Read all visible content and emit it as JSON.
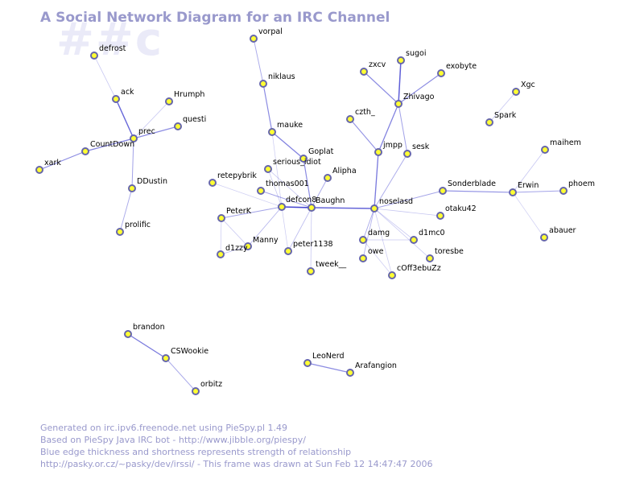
{
  "title": "A Social Network Diagram for an IRC Channel",
  "channel": "##c",
  "footer": [
    "Generated on irc.ipv6.freenode.net using PieSpy.pl 1.49",
    "Based on PieSpy Java IRC bot - http://www.jibble.org/piespy/",
    "Blue edge thickness and shortness represents strength of relationship",
    "http://pasky.or.cz/~pasky/dev/irssi/ - This frame was drawn at Sun Feb 12 14:47:47 2006"
  ],
  "colors": {
    "background": "#ffffff",
    "title": "#9999cc",
    "channel_watermark": "#eaeaf8",
    "edge": "#3333cc",
    "node_fill": "#ffff33",
    "node_stroke": "#6666aa",
    "label": "#000000"
  },
  "nodes": [
    {
      "id": "vorpal",
      "label": "vorpal"
    },
    {
      "id": "defrost",
      "label": "defrost"
    },
    {
      "id": "ack",
      "label": "ack"
    },
    {
      "id": "Hrumph",
      "label": "Hrumph"
    },
    {
      "id": "questi",
      "label": "questi"
    },
    {
      "id": "prec",
      "label": "prec"
    },
    {
      "id": "CountDown",
      "label": "CountDown"
    },
    {
      "id": "xark",
      "label": "xark"
    },
    {
      "id": "DDustin",
      "label": "DDustin"
    },
    {
      "id": "prolific",
      "label": "prolific"
    },
    {
      "id": "niklaus",
      "label": "niklaus"
    },
    {
      "id": "mauke",
      "label": "mauke"
    },
    {
      "id": "Goplat",
      "label": "Goplat"
    },
    {
      "id": "serious_idiot",
      "label": "serious_idiot"
    },
    {
      "id": "Alipha",
      "label": "Alipha"
    },
    {
      "id": "retepybrik",
      "label": "retepybrik"
    },
    {
      "id": "thomas001",
      "label": "thomas001"
    },
    {
      "id": "defcon8",
      "label": "defcon8"
    },
    {
      "id": "Baughn",
      "label": "Baughn"
    },
    {
      "id": "PeterK",
      "label": "PeterK"
    },
    {
      "id": "Manny",
      "label": "Manny"
    },
    {
      "id": "d1zzy",
      "label": "d1zzy"
    },
    {
      "id": "peter1138",
      "label": "peter1138"
    },
    {
      "id": "tweek__",
      "label": "tweek__"
    },
    {
      "id": "zxcv",
      "label": "zxcv"
    },
    {
      "id": "sugoi",
      "label": "sugoi"
    },
    {
      "id": "exobyte",
      "label": "exobyte"
    },
    {
      "id": "Zhivago",
      "label": "Zhivago"
    },
    {
      "id": "czth_",
      "label": "czth_"
    },
    {
      "id": "jmpp",
      "label": "jmpp"
    },
    {
      "id": "sesk",
      "label": "sesk"
    },
    {
      "id": "noselasd",
      "label": "noselasd"
    },
    {
      "id": "Sonderblade",
      "label": "Sonderblade"
    },
    {
      "id": "otaku42",
      "label": "otaku42"
    },
    {
      "id": "damg",
      "label": "damg"
    },
    {
      "id": "d1mc0",
      "label": "d1mc0"
    },
    {
      "id": "owe",
      "label": "owe"
    },
    {
      "id": "toresbe",
      "label": "toresbe"
    },
    {
      "id": "cOff3ebuZz",
      "label": "cOff3ebuZz"
    },
    {
      "id": "Xgc",
      "label": "Xgc"
    },
    {
      "id": "Spark",
      "label": "Spark"
    },
    {
      "id": "maihem",
      "label": "maihem"
    },
    {
      "id": "Erwin",
      "label": "Erwin"
    },
    {
      "id": "phoem",
      "label": "phoem"
    },
    {
      "id": "abauer",
      "label": "abauer"
    },
    {
      "id": "brandon",
      "label": "brandon"
    },
    {
      "id": "CSWookie",
      "label": "CSWookie"
    },
    {
      "id": "orbitz",
      "label": "orbitz"
    },
    {
      "id": "LeoNerd",
      "label": "LeoNerd"
    },
    {
      "id": "Arafangion",
      "label": "Arafangion"
    }
  ],
  "edges": [
    {
      "source": "defrost",
      "target": "ack",
      "strength": 0.15
    },
    {
      "source": "ack",
      "target": "prec",
      "strength": 0.7
    },
    {
      "source": "Hrumph",
      "target": "prec",
      "strength": 0.15
    },
    {
      "source": "questi",
      "target": "prec",
      "strength": 0.5
    },
    {
      "source": "CountDown",
      "target": "prec",
      "strength": 0.55
    },
    {
      "source": "xark",
      "target": "CountDown",
      "strength": 0.5
    },
    {
      "source": "DDustin",
      "target": "prec",
      "strength": 0.35
    },
    {
      "source": "prolific",
      "target": "DDustin",
      "strength": 0.3
    },
    {
      "source": "vorpal",
      "target": "niklaus",
      "strength": 0.3
    },
    {
      "source": "niklaus",
      "target": "mauke",
      "strength": 0.5
    },
    {
      "source": "mauke",
      "target": "Goplat",
      "strength": 0.55
    },
    {
      "source": "mauke",
      "target": "defcon8",
      "strength": 0.12
    },
    {
      "source": "Goplat",
      "target": "Baughn",
      "strength": 0.5
    },
    {
      "source": "serious_idiot",
      "target": "defcon8",
      "strength": 0.15
    },
    {
      "source": "serious_idiot",
      "target": "Baughn",
      "strength": 0.15
    },
    {
      "source": "Alipha",
      "target": "Baughn",
      "strength": 0.3
    },
    {
      "source": "retepybrik",
      "target": "defcon8",
      "strength": 0.1
    },
    {
      "source": "thomas001",
      "target": "Baughn",
      "strength": 0.35
    },
    {
      "source": "defcon8",
      "target": "Baughn",
      "strength": 0.85
    },
    {
      "source": "PeterK",
      "target": "defcon8",
      "strength": 0.35
    },
    {
      "source": "Manny",
      "target": "defcon8",
      "strength": 0.25
    },
    {
      "source": "Manny",
      "target": "PeterK",
      "strength": 0.15
    },
    {
      "source": "d1zzy",
      "target": "PeterK",
      "strength": 0.12
    },
    {
      "source": "d1zzy",
      "target": "Manny",
      "strength": 0.2
    },
    {
      "source": "peter1138",
      "target": "defcon8",
      "strength": 0.12
    },
    {
      "source": "peter1138",
      "target": "Baughn",
      "strength": 0.2
    },
    {
      "source": "tweek__",
      "target": "Baughn",
      "strength": 0.15
    },
    {
      "source": "Baughn",
      "target": "noselasd",
      "strength": 0.65
    },
    {
      "source": "defcon8",
      "target": "noselasd",
      "strength": 0.15
    },
    {
      "source": "zxcv",
      "target": "Zhivago",
      "strength": 0.5
    },
    {
      "source": "sugoi",
      "target": "Zhivago",
      "strength": 0.75
    },
    {
      "source": "exobyte",
      "target": "Zhivago",
      "strength": 0.5
    },
    {
      "source": "czth_",
      "target": "jmpp",
      "strength": 0.45
    },
    {
      "source": "jmpp",
      "target": "Zhivago",
      "strength": 0.55
    },
    {
      "source": "sesk",
      "target": "Zhivago",
      "strength": 0.35
    },
    {
      "source": "jmpp",
      "target": "noselasd",
      "strength": 0.6
    },
    {
      "source": "sesk",
      "target": "noselasd",
      "strength": 0.3
    },
    {
      "source": "Sonderblade",
      "target": "noselasd",
      "strength": 0.35
    },
    {
      "source": "Sonderblade",
      "target": "Erwin",
      "strength": 0.45
    },
    {
      "source": "otaku42",
      "target": "noselasd",
      "strength": 0.15
    },
    {
      "source": "damg",
      "target": "noselasd",
      "strength": 0.3
    },
    {
      "source": "d1mc0",
      "target": "noselasd",
      "strength": 0.15
    },
    {
      "source": "owe",
      "target": "noselasd",
      "strength": 0.25
    },
    {
      "source": "toresbe",
      "target": "noselasd",
      "strength": 0.15
    },
    {
      "source": "cOff3ebuZz",
      "target": "noselasd",
      "strength": 0.12
    },
    {
      "source": "cOff3ebuZz",
      "target": "damg",
      "strength": 0.12
    },
    {
      "source": "d1mc0",
      "target": "damg",
      "strength": 0.15
    },
    {
      "source": "Xgc",
      "target": "Spark",
      "strength": 0.15
    },
    {
      "source": "maihem",
      "target": "Erwin",
      "strength": 0.15
    },
    {
      "source": "phoem",
      "target": "Erwin",
      "strength": 0.35
    },
    {
      "source": "abauer",
      "target": "Erwin",
      "strength": 0.1
    },
    {
      "source": "brandon",
      "target": "CSWookie",
      "strength": 0.6
    },
    {
      "source": "CSWookie",
      "target": "orbitz",
      "strength": 0.3
    },
    {
      "source": "LeoNerd",
      "target": "Arafangion",
      "strength": 0.5
    }
  ]
}
